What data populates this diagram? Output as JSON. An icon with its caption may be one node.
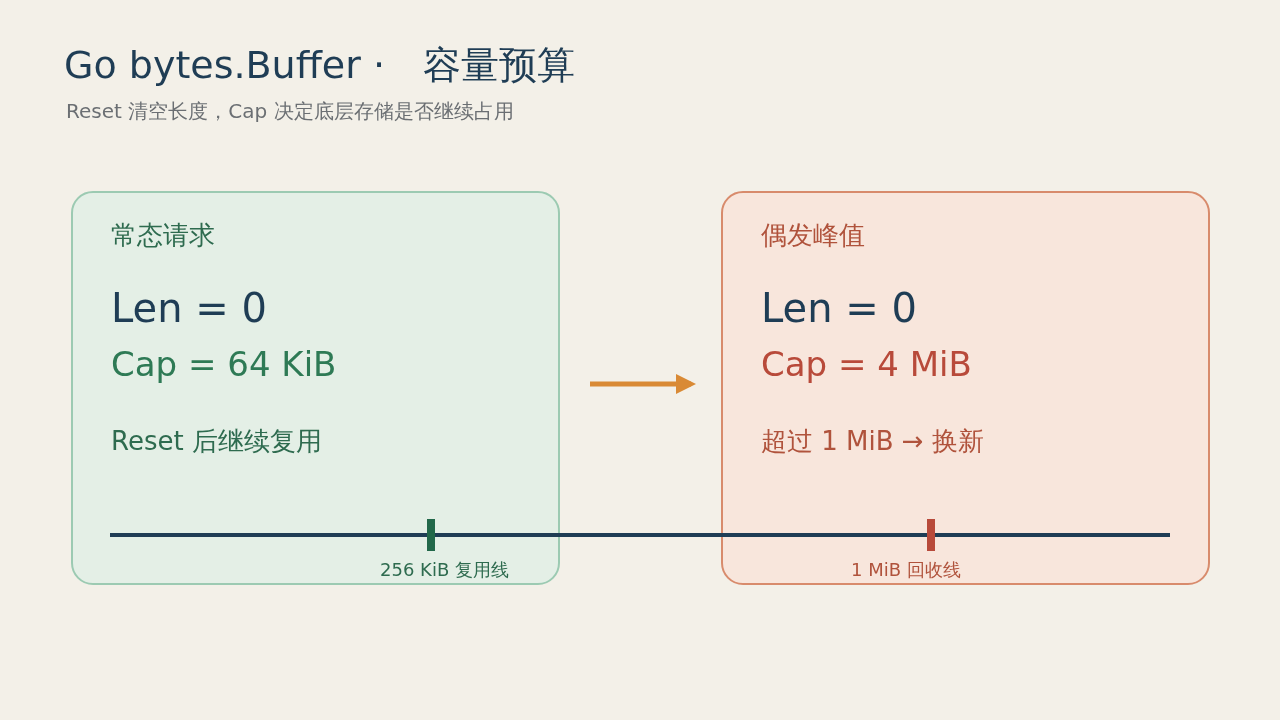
{
  "diagram": {
    "title": "Go bytes.Buffer ·　容量预算",
    "caption": "Reset 清空长度，Cap 决定底层存储是否继续占用",
    "nodes": [
      {
        "text": [
          "常态请求",
          "Len = 0",
          "Cap = 64 KiB",
          "Reset 后继续复用"
        ]
      },
      {
        "text": [
          "偶发峰值",
          "Len = 0",
          "Cap = 4 MiB",
          "超过 1 MiB → 换新"
        ]
      }
    ],
    "edges": [
      {
        "from": 0,
        "to": 1,
        "arrow": "to",
        "color": "#d98a35"
      }
    ],
    "labels": [
      "256 KiB 复用线",
      "1 MiB 回收线"
    ]
  }
}
